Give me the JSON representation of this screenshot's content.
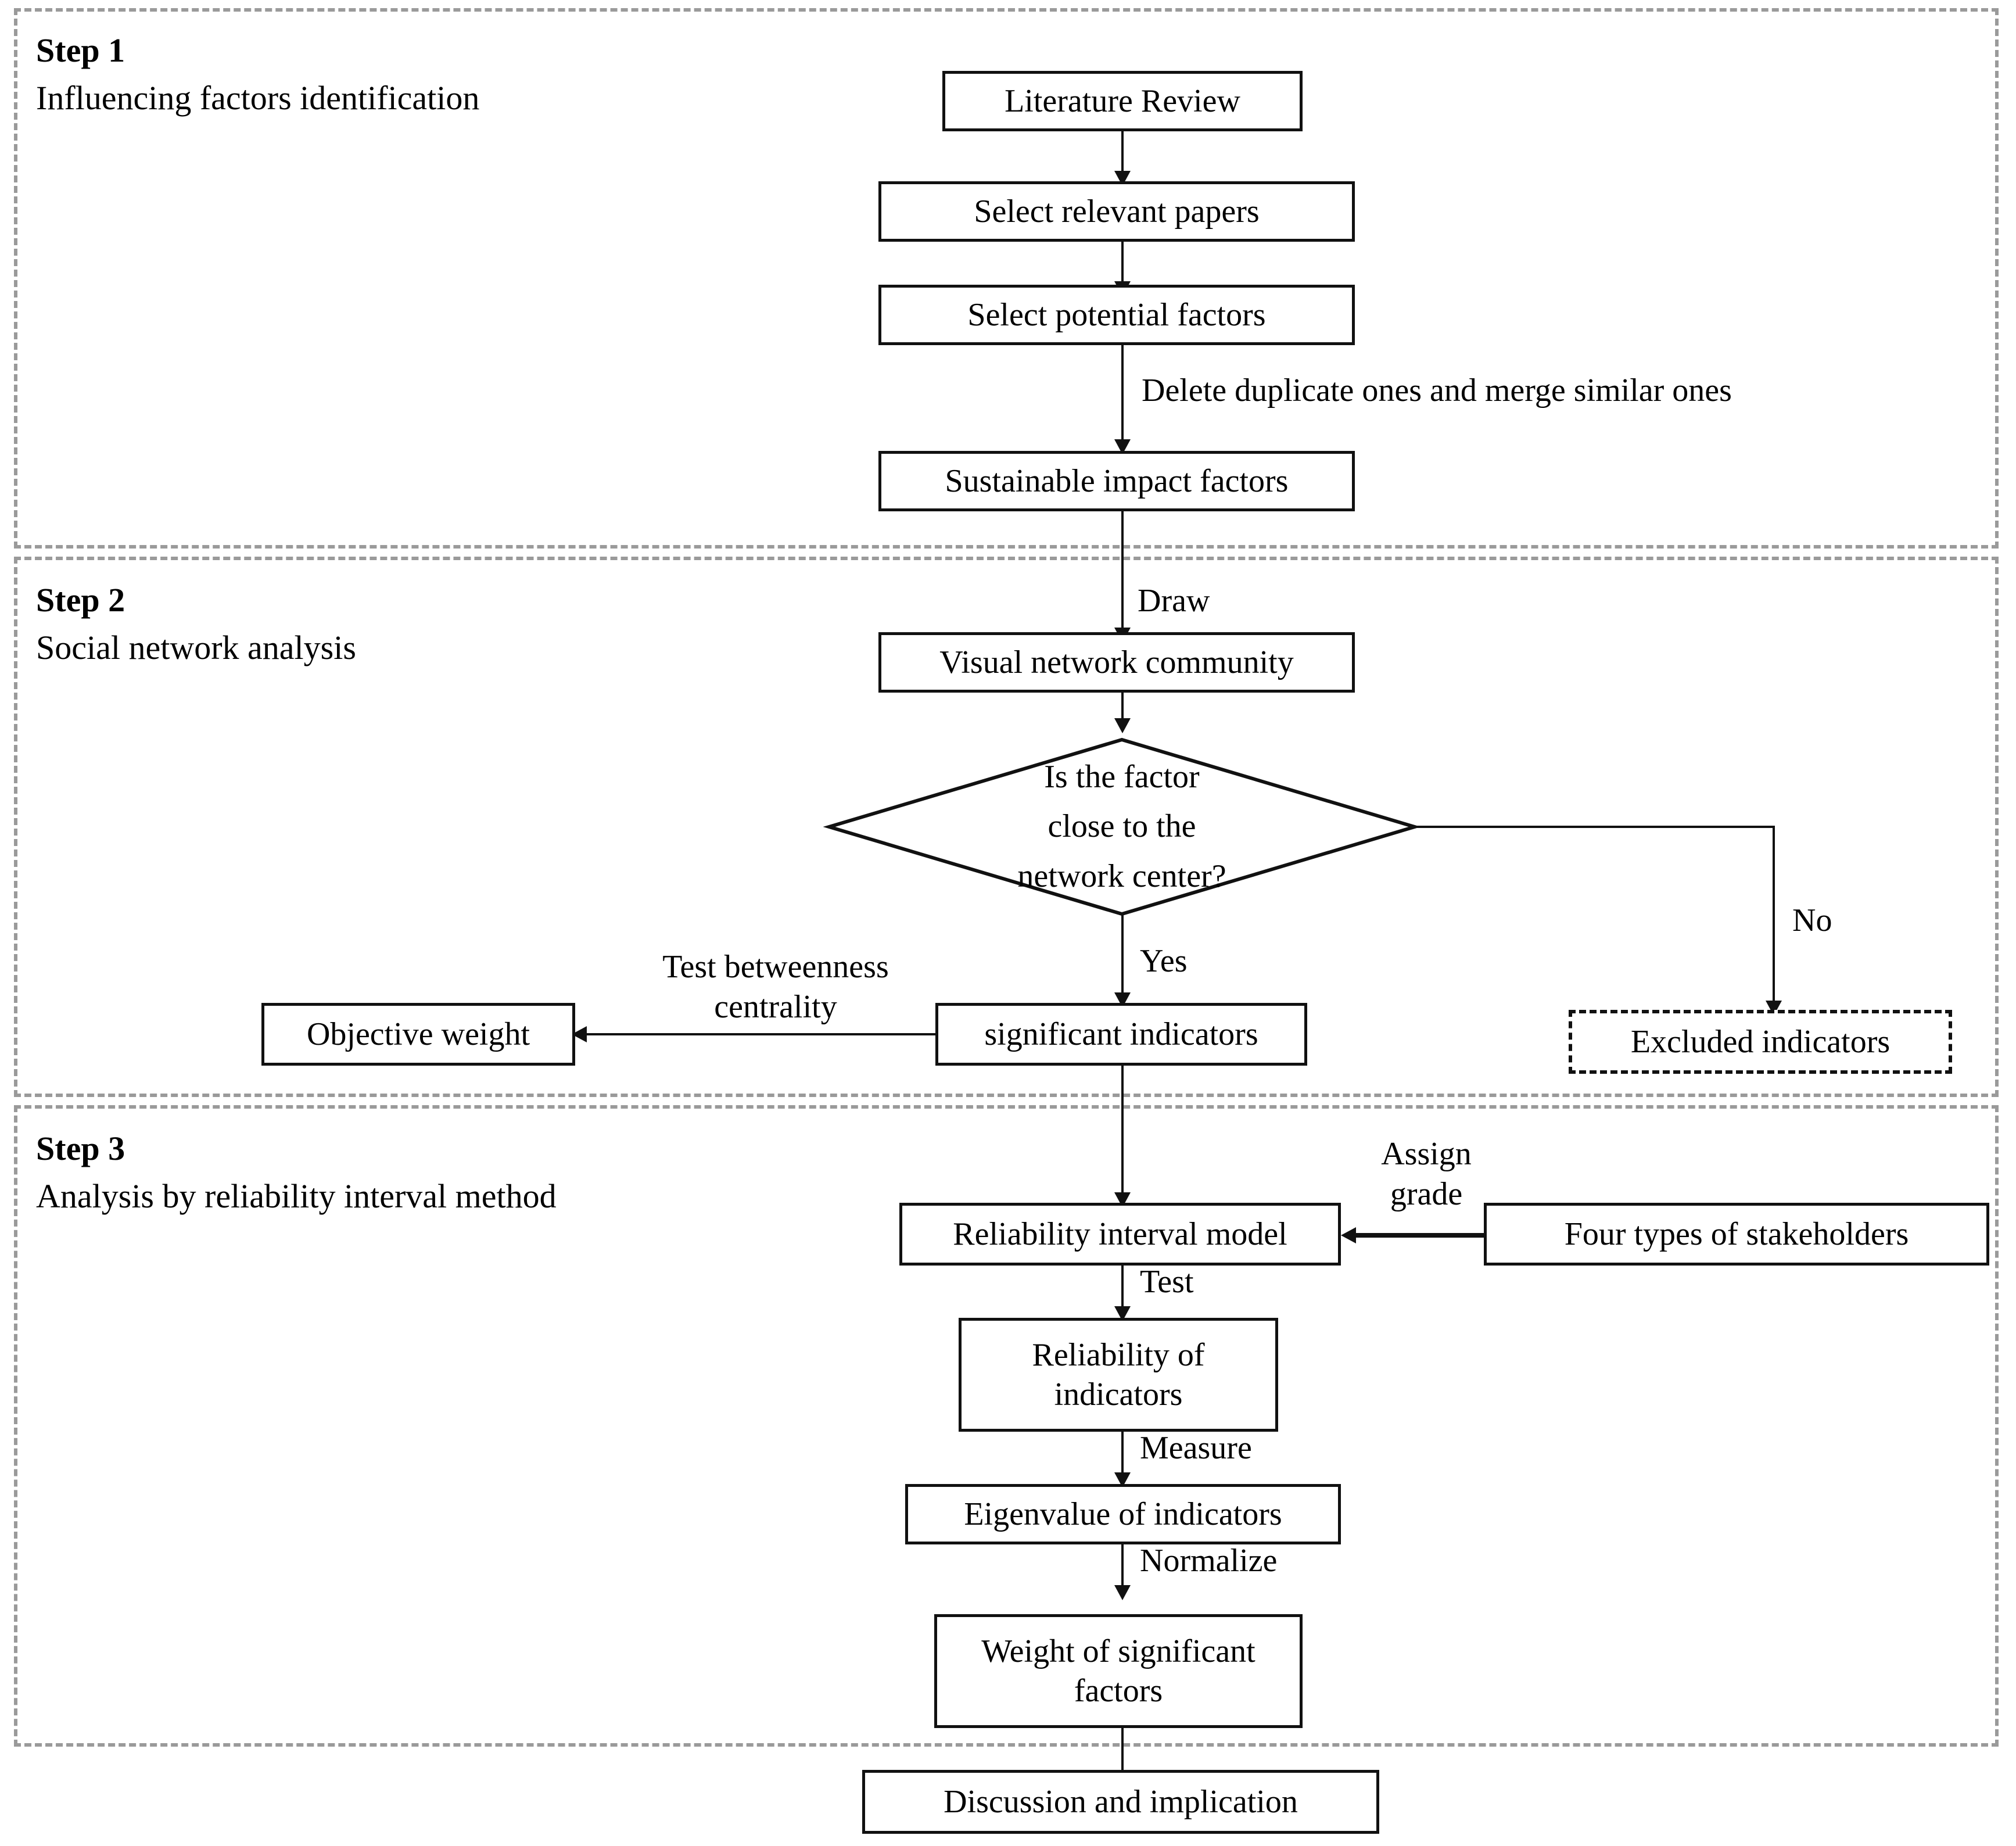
{
  "steps": [
    {
      "title": "Step 1",
      "subtitle": "Influencing factors identification"
    },
    {
      "title": "Step 2",
      "subtitle": "Social network analysis"
    },
    {
      "title": "Step 3",
      "subtitle": "Analysis by reliability interval method"
    }
  ],
  "nodes": {
    "literature_review": "Literature Review",
    "select_relevant_papers": "Select relevant papers",
    "select_potential_factors": "Select potential factors",
    "sustainable_impact_factors": "Sustainable impact factors",
    "visual_network_community": "Visual network community",
    "decision_line1": "Is the factor",
    "decision_line2": "close to the",
    "decision_line3": "network center?",
    "significant_indicators": "significant indicators",
    "objective_weight": "Objective weight",
    "excluded_indicators": "Excluded indicators",
    "reliability_interval_model": "Reliability interval model",
    "four_types_of_stakeholders": "Four types of stakeholders",
    "reliability_of_indicators_line1": "Reliability of",
    "reliability_of_indicators_line2": "indicators",
    "eigenvalue_of_indicators": "Eigenvalue of indicators",
    "weight_of_significant_factors_line1": "Weight of significant",
    "weight_of_significant_factors_line2": "factors",
    "discussion_and_implication": "Discussion and implication"
  },
  "edge_labels": {
    "delete_duplicate": "Delete duplicate ones and merge similar ones",
    "draw": "Draw",
    "yes": "Yes",
    "no": "No",
    "test_betweenness_line1": "Test betweenness",
    "test_betweenness_line2": "centrality",
    "assign_line1": "Assign",
    "assign_line2": "grade",
    "test": "Test",
    "measure": "Measure",
    "normalize": "Normalize"
  },
  "colors": {
    "step_border": "#9a9a9a",
    "node_border": "#111111",
    "text": "#000000",
    "background": "#ffffff"
  }
}
